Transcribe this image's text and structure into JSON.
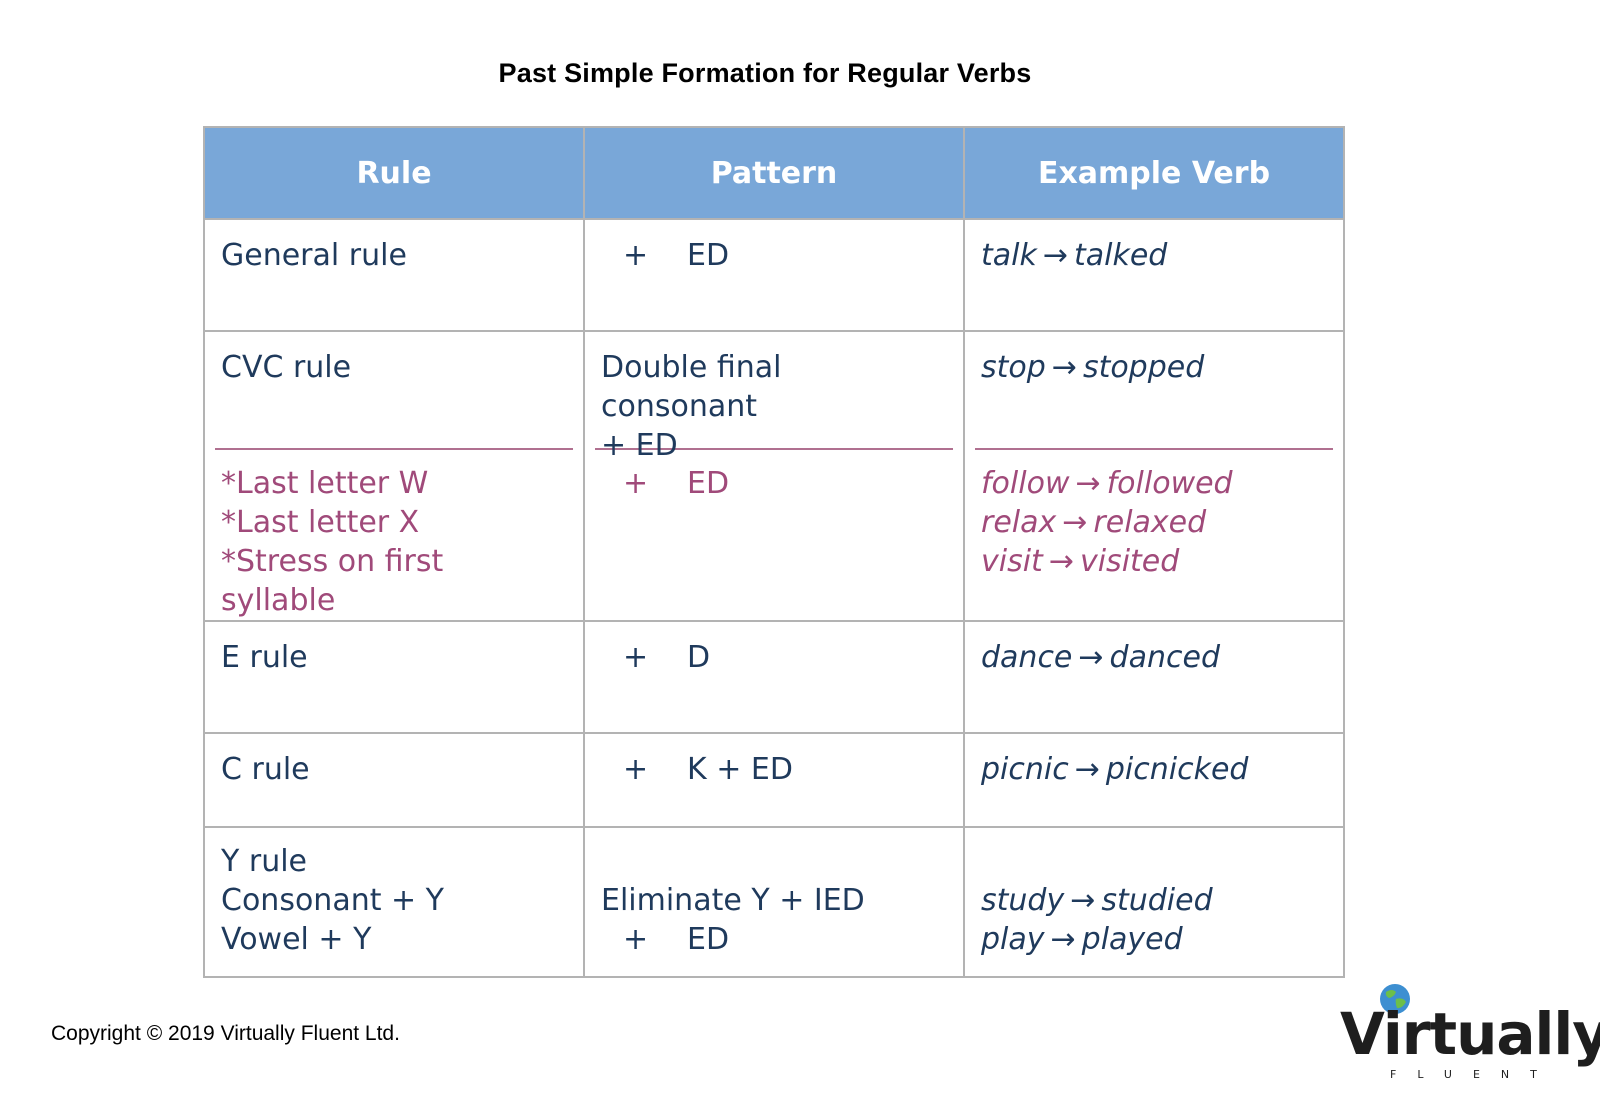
{
  "title": "Past Simple Formation for Regular Verbs",
  "table": {
    "headers": [
      "Rule",
      "Pattern",
      "Example Verb"
    ],
    "rows": [
      {
        "rule": [
          "General rule"
        ],
        "pattern": [
          {
            "plus": "+",
            "text": "ED"
          }
        ],
        "examples": [
          {
            "base": "talk",
            "arrow": "→",
            "past": "talked"
          }
        ]
      },
      {
        "rule": [
          "CVC rule"
        ],
        "pattern_text": [
          "Double final consonant",
          "+ ED"
        ],
        "examples": [
          {
            "base": "stop",
            "arrow": "→",
            "past": "stopped"
          }
        ],
        "exceptions": {
          "rule": [
            "*Last letter W",
            "*Last letter X",
            "*Stress on first syllable"
          ],
          "pattern": [
            {
              "plus": "+",
              "text": "ED"
            }
          ],
          "examples": [
            {
              "base": "follow",
              "arrow": "→",
              "past": "followed"
            },
            {
              "base": "relax",
              "arrow": "→",
              "past": "relaxed"
            },
            {
              "base": "visit",
              "arrow": "→",
              "past": "visited"
            }
          ]
        }
      },
      {
        "rule": [
          "E rule"
        ],
        "pattern": [
          {
            "plus": "+",
            "text": "D"
          }
        ],
        "examples": [
          {
            "base": "dance",
            "arrow": "→",
            "past": "danced"
          }
        ]
      },
      {
        "rule": [
          "C rule"
        ],
        "pattern": [
          {
            "plus": "+",
            "text": "K + ED"
          }
        ],
        "examples": [
          {
            "base": "picnic",
            "arrow": "→",
            "past": "picnicked"
          }
        ]
      },
      {
        "rule": [
          "Y rule",
          "Consonant + Y",
          "Vowel + Y"
        ],
        "pattern_text": [
          "Eliminate Y + IED"
        ],
        "pattern": [
          {
            "plus": "+",
            "text": "ED"
          }
        ],
        "examples": [
          {
            "base": "study",
            "arrow": "→",
            "past": "studied"
          },
          {
            "base": "play",
            "arrow": "→",
            "past": "played"
          }
        ]
      }
    ]
  },
  "copyright": "Copyright © 2019 Virtually Fluent Ltd.",
  "logo": {
    "word": "Virtually",
    "sub": "FLUENT",
    "icon": "globe-icon"
  },
  "colors": {
    "header_bg": "#79a7d8",
    "text_blue": "#1f3a5c",
    "text_pink": "#a04a7a",
    "border": "#b3b3b3"
  }
}
